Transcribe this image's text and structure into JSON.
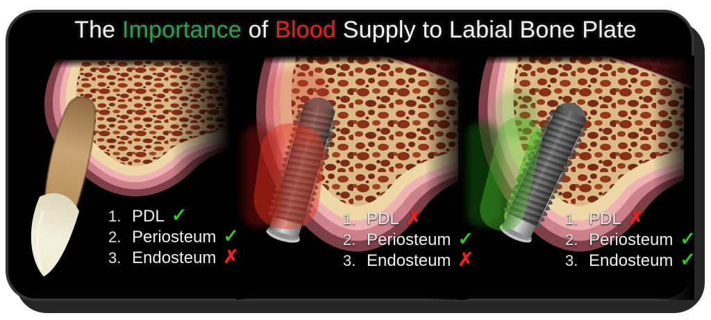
{
  "title": {
    "segments": [
      {
        "text": "The ",
        "color": "#f5f5f5"
      },
      {
        "text": "Importance",
        "color": "#2f9e52"
      },
      {
        "text": " of ",
        "color": "#f5f5f5"
      },
      {
        "text": "Blood",
        "color": "#e81f1f"
      },
      {
        "text": " Supply to Labial Bone Plate",
        "color": "#f5f5f5"
      }
    ]
  },
  "marks": {
    "check": "✓",
    "cross": "✗",
    "check_color": "#38c22d",
    "cross_color": "#e52424"
  },
  "panels": [
    {
      "name": "natural-tooth",
      "list": [
        {
          "num": "1.",
          "label": "PDL",
          "mark": "✓",
          "mark_color": "#38c22d"
        },
        {
          "num": "2.",
          "label": "Periosteum",
          "mark": "✓",
          "mark_color": "#38c22d"
        },
        {
          "num": "3.",
          "label": "Endosteum",
          "mark": "✗",
          "mark_color": "#e52424"
        }
      ]
    },
    {
      "name": "implant-thin-labial-plate",
      "list": [
        {
          "num": "1.",
          "label": "PDL",
          "mark": "✗",
          "mark_color": "#e52424"
        },
        {
          "num": "2.",
          "label": "Periosteum",
          "mark": "✓",
          "mark_color": "#38c22d"
        },
        {
          "num": "3.",
          "label": "Endosteum",
          "mark": "✗",
          "mark_color": "#e52424"
        }
      ]
    },
    {
      "name": "implant-grafted-labial-plate",
      "list": [
        {
          "num": "1.",
          "label": "PDL",
          "mark": "✗",
          "mark_color": "#e52424"
        },
        {
          "num": "2.",
          "label": "Periosteum",
          "mark": "✓",
          "mark_color": "#38c22d"
        },
        {
          "num": "3.",
          "label": "Endosteum",
          "mark": "✓",
          "mark_color": "#38c22d"
        }
      ]
    }
  ]
}
